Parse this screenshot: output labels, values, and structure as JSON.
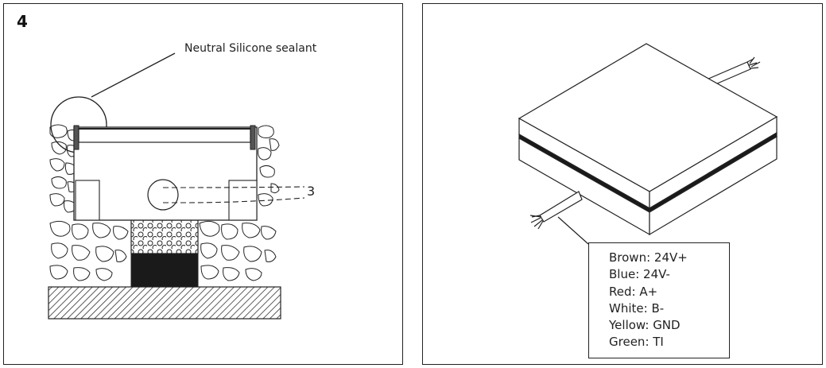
{
  "left": {
    "step_number": "4",
    "callout_label": "Neutral Silicone sealant",
    "cable_number": "3"
  },
  "right": {
    "wiring": [
      {
        "wire": "Brown",
        "signal": "24V+"
      },
      {
        "wire": "Blue",
        "signal": "24V-"
      },
      {
        "wire": "Red",
        "signal": "A+"
      },
      {
        "wire": "White",
        "signal": "B-"
      },
      {
        "wire": "Yellow",
        "signal": "GND"
      },
      {
        "wire": "Green",
        "signal": "TI"
      }
    ]
  },
  "colors": {
    "line": "#222222",
    "fill_dark": "#1a1a1a",
    "fill_light": "#ffffff"
  }
}
